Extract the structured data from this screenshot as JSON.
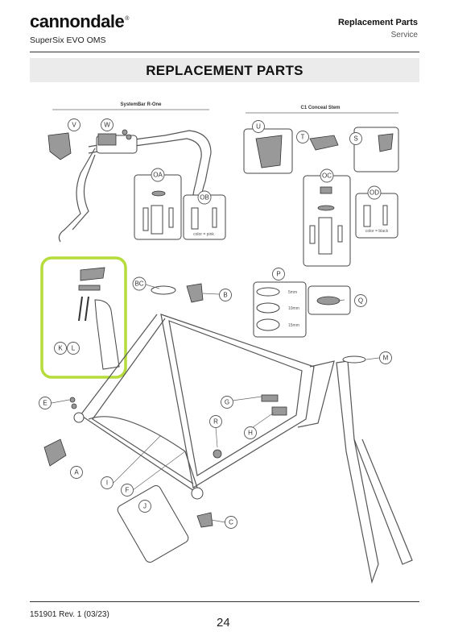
{
  "header": {
    "brand": "cannondale",
    "brand_mark": "®",
    "model": "SuperSix EVO OMS",
    "title": "Replacement Parts",
    "subtitle": "Service"
  },
  "banner": {
    "title": "REPLACEMENT PARTS"
  },
  "diagram": {
    "section_left": "SystemBar R-One",
    "section_right": "C1 Conceal Stem",
    "color_pink": "color = pink",
    "color_black": "color = black",
    "spacers": [
      "5mm",
      "10mm",
      "15mm"
    ],
    "callouts": [
      "V",
      "W",
      "U",
      "T",
      "S",
      "OA",
      "OB",
      "OC",
      "OD",
      "K",
      "L",
      "BC",
      "B",
      "P",
      "Q",
      "M",
      "E",
      "G",
      "R",
      "H",
      "A",
      "I",
      "F",
      "J",
      "C"
    ],
    "highlight_color": "#b5dc3a"
  },
  "footer": {
    "doc_number": "151901 Rev. 1 (03/23)",
    "page_number": "24"
  }
}
